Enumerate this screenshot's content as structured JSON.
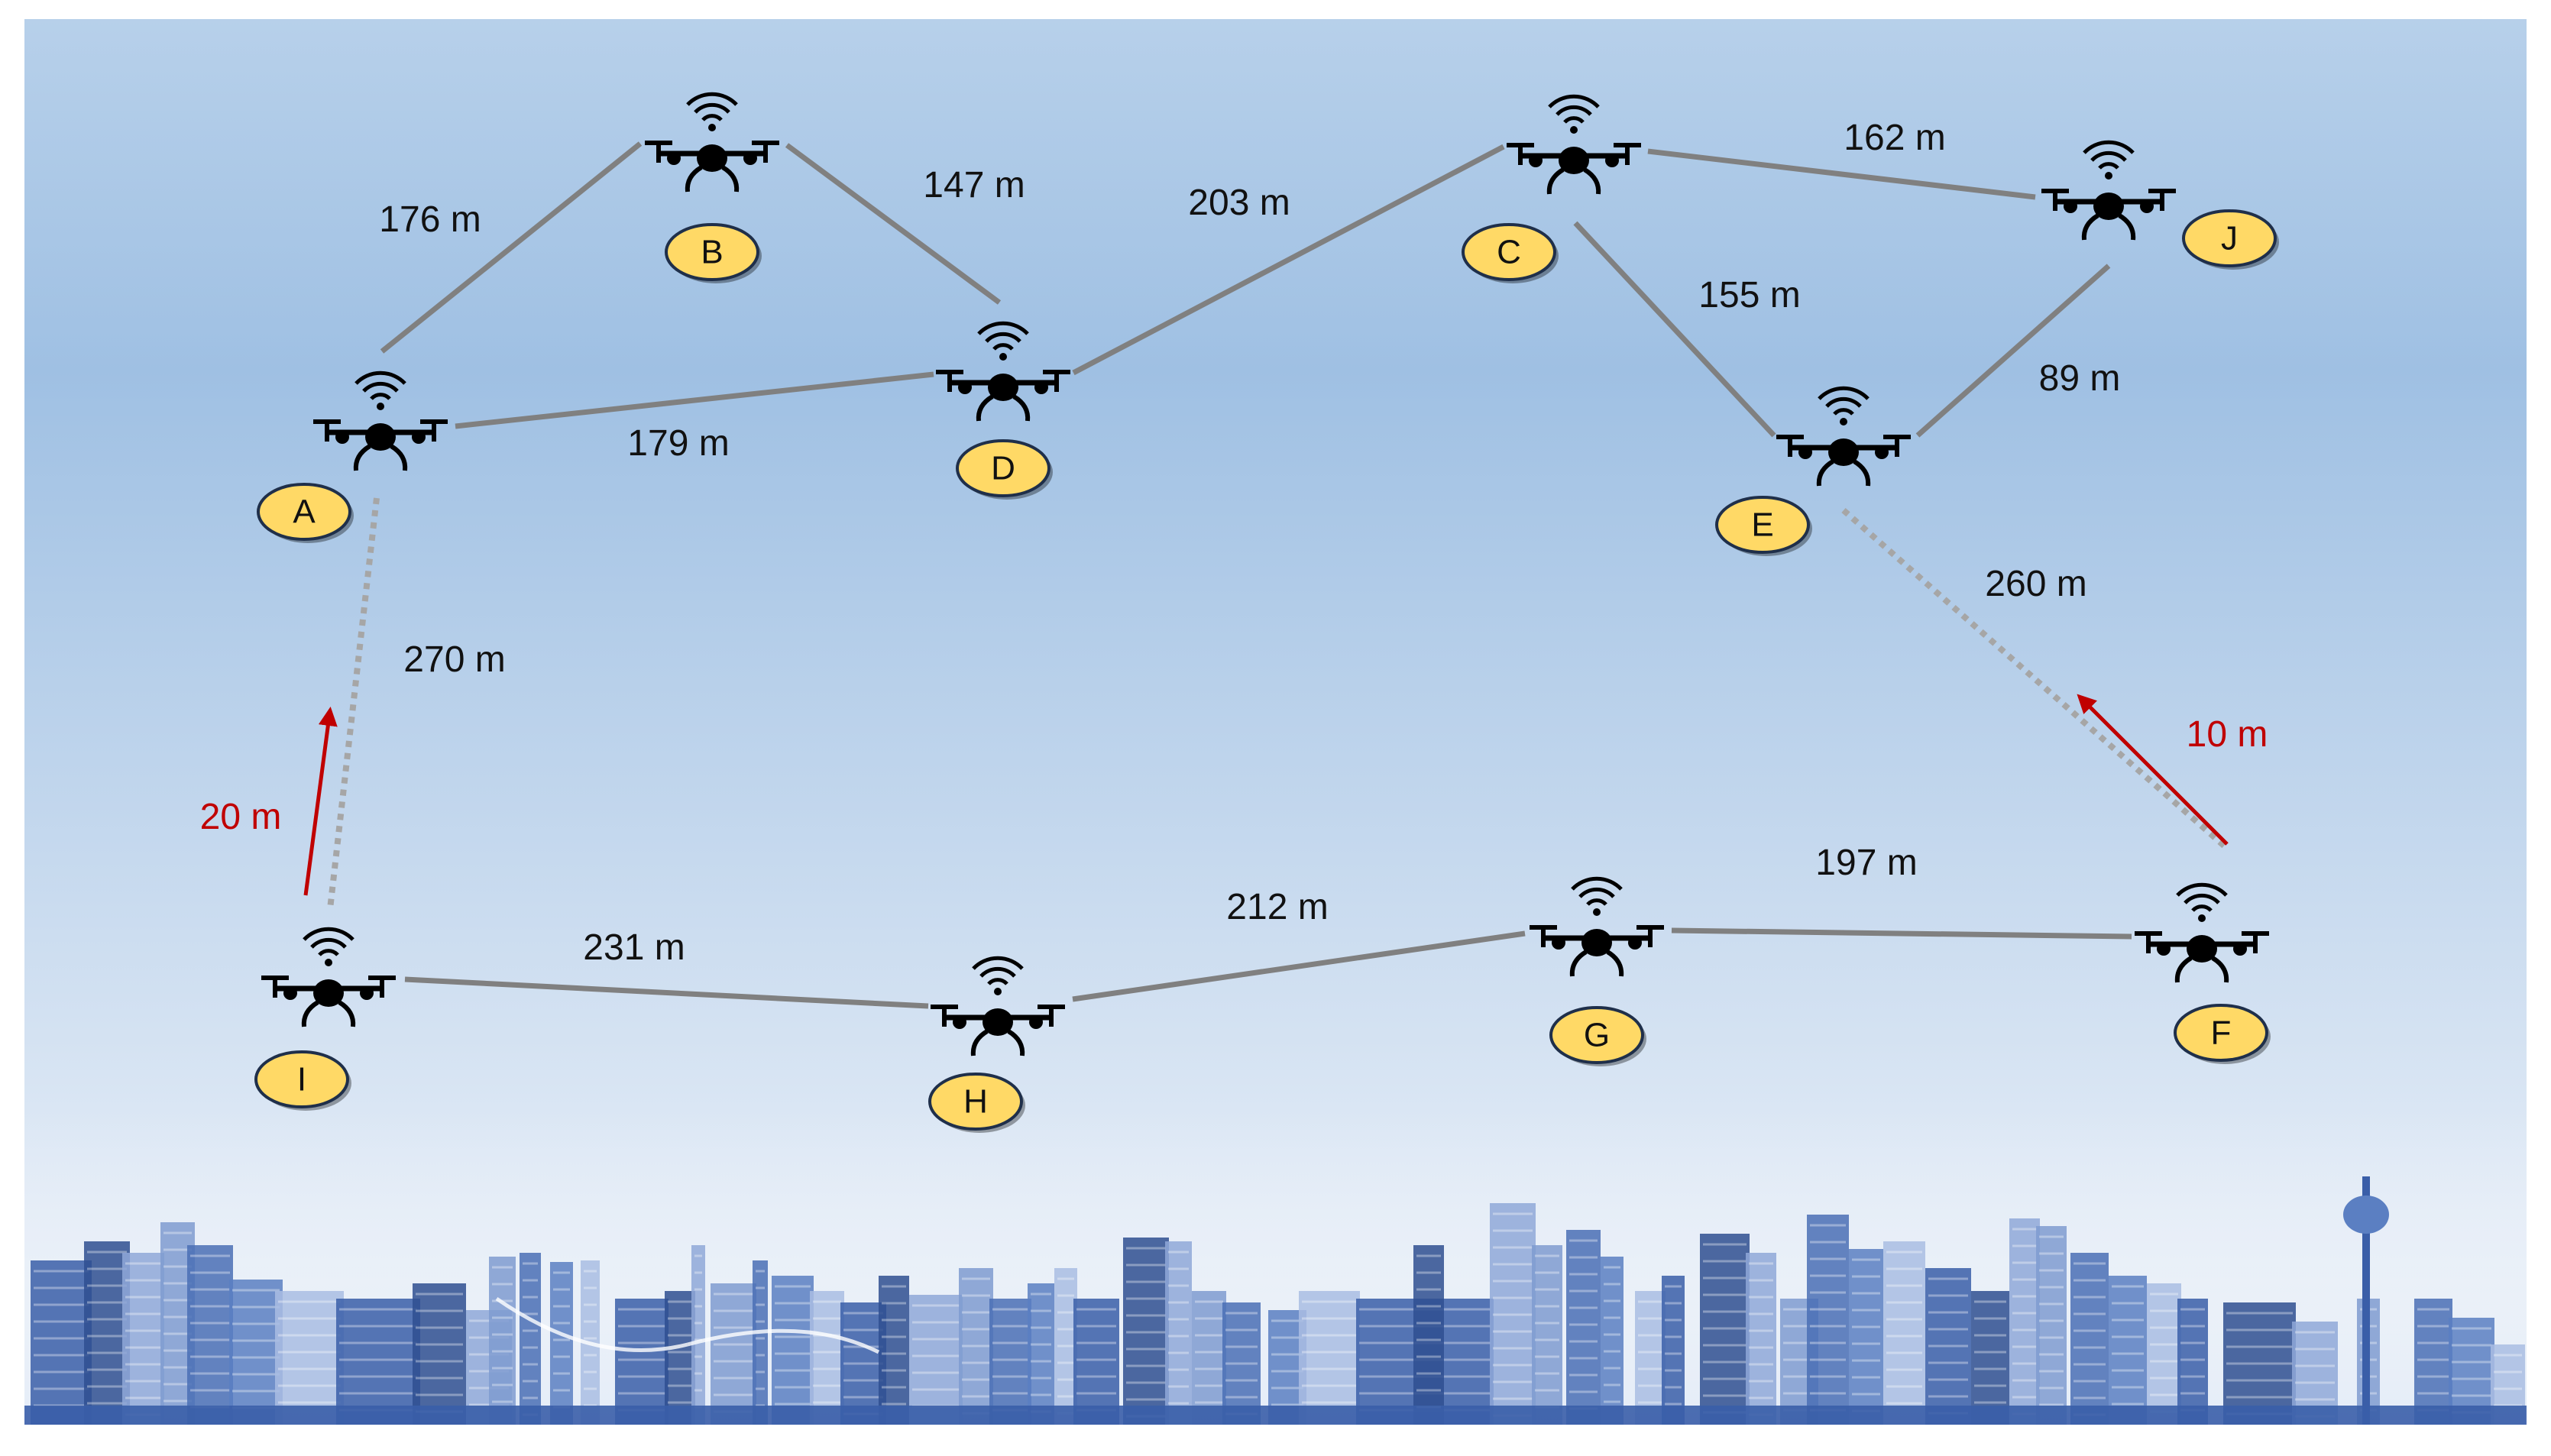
{
  "nodes": [
    {
      "id": "A",
      "label": "A"
    },
    {
      "id": "B",
      "label": "B"
    },
    {
      "id": "C",
      "label": "C"
    },
    {
      "id": "D",
      "label": "D"
    },
    {
      "id": "E",
      "label": "E"
    },
    {
      "id": "F",
      "label": "F"
    },
    {
      "id": "G",
      "label": "G"
    },
    {
      "id": "H",
      "label": "H"
    },
    {
      "id": "I",
      "label": "I"
    },
    {
      "id": "J",
      "label": "J"
    }
  ],
  "links": [
    {
      "from": "A",
      "to": "B",
      "distance": "176 m",
      "style": "solid"
    },
    {
      "from": "B",
      "to": "D",
      "distance": "147 m",
      "style": "solid"
    },
    {
      "from": "A",
      "to": "D",
      "distance": "179 m",
      "style": "solid"
    },
    {
      "from": "D",
      "to": "C",
      "distance": "203 m",
      "style": "solid"
    },
    {
      "from": "C",
      "to": "J",
      "distance": "162 m",
      "style": "solid"
    },
    {
      "from": "C",
      "to": "E",
      "distance": "155 m",
      "style": "solid"
    },
    {
      "from": "J",
      "to": "E",
      "distance": "89 m",
      "style": "solid"
    },
    {
      "from": "E",
      "to": "F",
      "distance": "260 m",
      "style": "dotted"
    },
    {
      "from": "A",
      "to": "I",
      "distance": "270 m",
      "style": "dotted"
    },
    {
      "from": "I",
      "to": "H",
      "distance": "231 m",
      "style": "solid"
    },
    {
      "from": "H",
      "to": "G",
      "distance": "212 m",
      "style": "solid"
    },
    {
      "from": "G",
      "to": "F",
      "distance": "197 m",
      "style": "solid"
    }
  ],
  "movements": [
    {
      "drone": "I",
      "toward": "A",
      "label": "20 m"
    },
    {
      "drone": "F",
      "toward": "E",
      "label": "10 m"
    }
  ],
  "colors": {
    "sky_top": "#b7d0ea",
    "sky_bottom": "#f3f6fb",
    "solid_link": "#808080",
    "dotted_link": "#a6a6a6",
    "movement_arrow": "#c00000",
    "node_badge": "#ffd966",
    "node_badge_border": "#1f2f4a",
    "drone": "#000000",
    "skyline_dark": "#3a5ea8",
    "skyline_light": "#a9bde3"
  }
}
